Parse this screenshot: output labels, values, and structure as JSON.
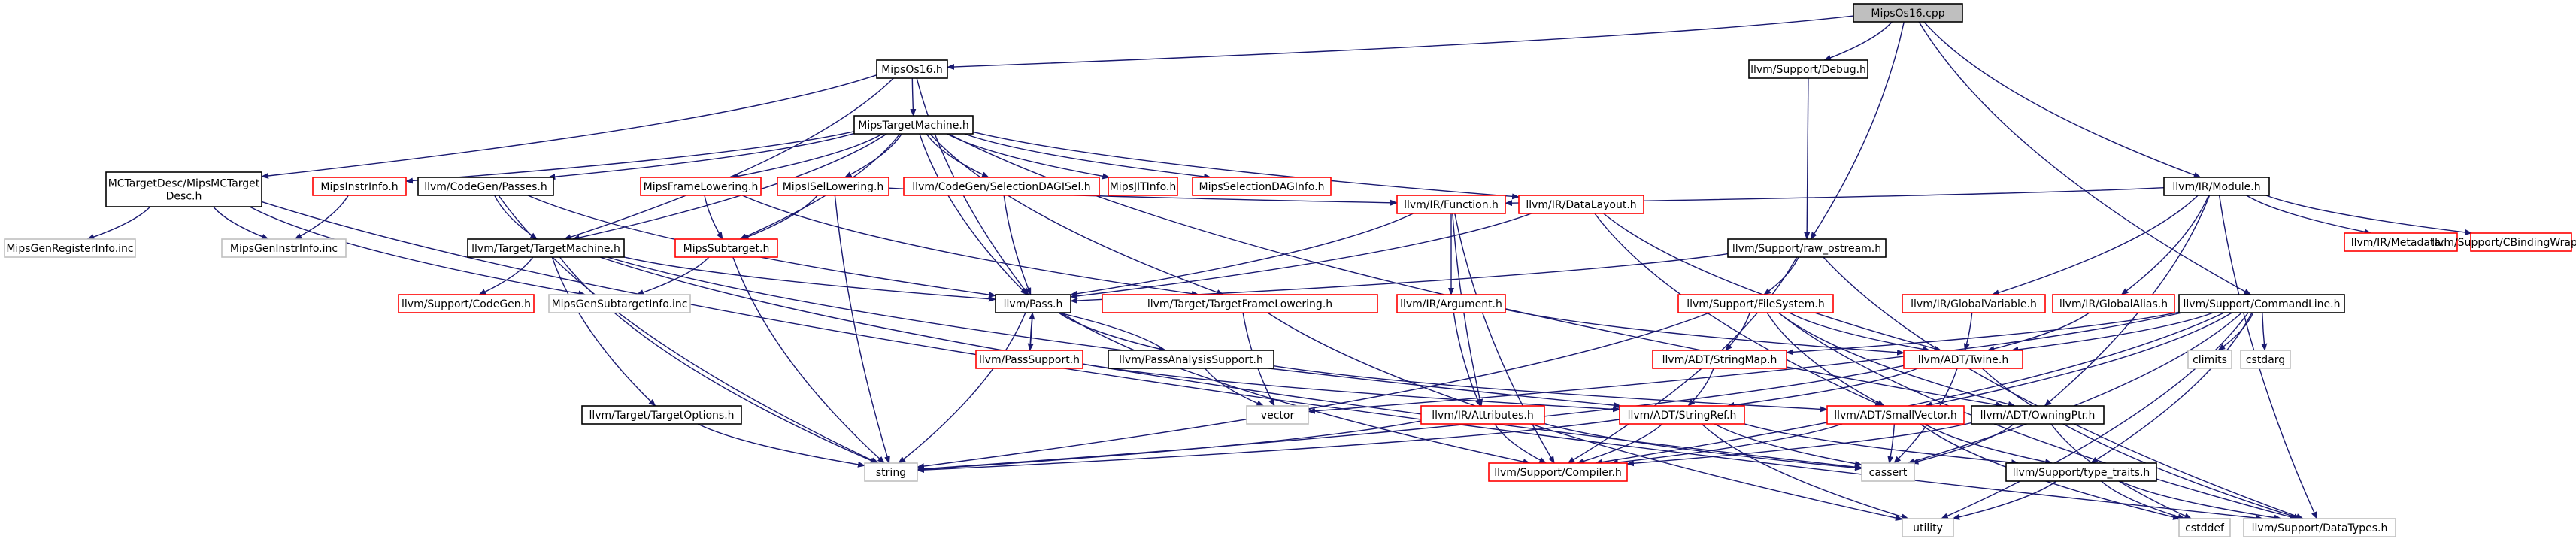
{
  "title": "MipsOs16.cpp",
  "colors": {
    "edge": "#191970",
    "root_fill": "#bfbfbf",
    "documented": "#000000",
    "undocumented": "#ff0000",
    "external": "#bfbfbf",
    "text": "#000000"
  },
  "nodes": [
    {
      "id": "root",
      "label": "MipsOs16.cpp",
      "kind": "root"
    },
    {
      "id": "mipsos16h",
      "label": "MipsOs16.h",
      "kind": "doc"
    },
    {
      "id": "debug",
      "label": "llvm/Support/Debug.h",
      "kind": "doc"
    },
    {
      "id": "mcdesc",
      "label": [
        "MCTargetDesc/MipsMCTarget",
        "Desc.h"
      ],
      "kind": "doc"
    },
    {
      "id": "mtm",
      "label": "MipsTargetMachine.h",
      "kind": "doc"
    },
    {
      "id": "regInfo",
      "label": "MipsGenRegisterInfo.inc",
      "kind": "ext"
    },
    {
      "id": "instrInfoInc",
      "label": "MipsGenInstrInfo.inc",
      "kind": "ext"
    },
    {
      "id": "mipsInstrInfo",
      "label": "MipsInstrInfo.h",
      "kind": "undoc"
    },
    {
      "id": "cgPasses",
      "label": "llvm/CodeGen/Passes.h",
      "kind": "doc"
    },
    {
      "id": "frameLow",
      "label": "MipsFrameLowering.h",
      "kind": "undoc"
    },
    {
      "id": "iselLow",
      "label": "MipsISelLowering.h",
      "kind": "undoc"
    },
    {
      "id": "selDag",
      "label": "llvm/CodeGen/SelectionDAGISel.h",
      "kind": "undoc"
    },
    {
      "id": "jit",
      "label": "MipsJITInfo.h",
      "kind": "undoc"
    },
    {
      "id": "selDagInfo",
      "label": "MipsSelectionDAGInfo.h",
      "kind": "undoc"
    },
    {
      "id": "module",
      "label": "llvm/IR/Module.h",
      "kind": "doc"
    },
    {
      "id": "irFunction",
      "label": "llvm/IR/Function.h",
      "kind": "undoc"
    },
    {
      "id": "dataLayout",
      "label": "llvm/IR/DataLayout.h",
      "kind": "undoc"
    },
    {
      "id": "metadata",
      "label": "llvm/IR/Metadata.h",
      "kind": "undoc"
    },
    {
      "id": "cbinding",
      "label": "llvm/Support/CBindingWrapping.h",
      "kind": "undoc"
    },
    {
      "id": "rawOstream",
      "label": "llvm/Support/raw_ostream.h",
      "kind": "doc"
    },
    {
      "id": "targetMachine",
      "label": "llvm/Target/TargetMachine.h",
      "kind": "doc"
    },
    {
      "id": "subtarget",
      "label": "MipsSubtarget.h",
      "kind": "undoc"
    },
    {
      "id": "codegenH",
      "label": "llvm/Support/CodeGen.h",
      "kind": "undoc"
    },
    {
      "id": "subtargetInc",
      "label": "MipsGenSubtargetInfo.inc",
      "kind": "ext"
    },
    {
      "id": "pass",
      "label": "llvm/Pass.h",
      "kind": "doc"
    },
    {
      "id": "passSupport",
      "label": "llvm/PassSupport.h",
      "kind": "undoc"
    },
    {
      "id": "passAnalysis",
      "label": "llvm/PassAnalysisSupport.h",
      "kind": "doc"
    },
    {
      "id": "tfl",
      "label": "llvm/Target/TargetFrameLowering.h",
      "kind": "undoc"
    },
    {
      "id": "argument",
      "label": "llvm/IR/Argument.h",
      "kind": "undoc"
    },
    {
      "id": "fileSystem",
      "label": "llvm/Support/FileSystem.h",
      "kind": "undoc"
    },
    {
      "id": "globalVar",
      "label": "llvm/IR/GlobalVariable.h",
      "kind": "undoc"
    },
    {
      "id": "globalAlias",
      "label": "llvm/IR/GlobalAlias.h",
      "kind": "undoc"
    },
    {
      "id": "commandLine",
      "label": "llvm/Support/CommandLine.h",
      "kind": "doc"
    },
    {
      "id": "climits",
      "label": "climits",
      "kind": "ext"
    },
    {
      "id": "cstdarg",
      "label": "cstdarg",
      "kind": "ext"
    },
    {
      "id": "stringMap",
      "label": "llvm/ADT/StringMap.h",
      "kind": "undoc"
    },
    {
      "id": "twine",
      "label": "llvm/ADT/Twine.h",
      "kind": "undoc"
    },
    {
      "id": "targetOptions",
      "label": "llvm/Target/TargetOptions.h",
      "kind": "doc"
    },
    {
      "id": "vector",
      "label": "vector",
      "kind": "ext"
    },
    {
      "id": "attributes",
      "label": "llvm/IR/Attributes.h",
      "kind": "undoc"
    },
    {
      "id": "stringRef",
      "label": "llvm/ADT/StringRef.h",
      "kind": "undoc"
    },
    {
      "id": "smallVector",
      "label": "llvm/ADT/SmallVector.h",
      "kind": "undoc"
    },
    {
      "id": "owningPtr",
      "label": "llvm/ADT/OwningPtr.h",
      "kind": "doc"
    },
    {
      "id": "string",
      "label": "string",
      "kind": "ext"
    },
    {
      "id": "compiler",
      "label": "llvm/Support/Compiler.h",
      "kind": "undoc"
    },
    {
      "id": "cassert",
      "label": "cassert",
      "kind": "ext"
    },
    {
      "id": "typeTraits",
      "label": "llvm/Support/type_traits.h",
      "kind": "doc"
    },
    {
      "id": "utility",
      "label": "utility",
      "kind": "ext"
    },
    {
      "id": "cstddef",
      "label": "cstddef",
      "kind": "ext"
    },
    {
      "id": "dataTypes",
      "label": "llvm/Support/DataTypes.h",
      "kind": "ext"
    }
  ],
  "edges": [
    [
      "root",
      "mipsos16h"
    ],
    [
      "root",
      "debug"
    ],
    [
      "root",
      "rawOstream"
    ],
    [
      "root",
      "module"
    ],
    [
      "root",
      "commandLine"
    ],
    [
      "mipsos16h",
      "mcdesc"
    ],
    [
      "mipsos16h",
      "mtm"
    ],
    [
      "mipsos16h",
      "targetMachine"
    ],
    [
      "mipsos16h",
      "pass"
    ],
    [
      "debug",
      "rawOstream"
    ],
    [
      "mcdesc",
      "regInfo"
    ],
    [
      "mcdesc",
      "instrInfoInc"
    ],
    [
      "mcdesc",
      "subtargetInc"
    ],
    [
      "mcdesc",
      "dataTypes"
    ],
    [
      "mtm",
      "mipsInstrInfo"
    ],
    [
      "mtm",
      "cgPasses"
    ],
    [
      "mtm",
      "frameLow"
    ],
    [
      "mtm",
      "iselLow"
    ],
    [
      "mtm",
      "selDag"
    ],
    [
      "mtm",
      "jit"
    ],
    [
      "mtm",
      "selDagInfo"
    ],
    [
      "mtm",
      "subtarget"
    ],
    [
      "mtm",
      "targetMachine"
    ],
    [
      "mtm",
      "dataLayout"
    ],
    [
      "mtm",
      "tfl"
    ],
    [
      "mtm",
      "owningPtr"
    ],
    [
      "mtm",
      "pass"
    ],
    [
      "mipsInstrInfo",
      "instrInfoInc"
    ],
    [
      "cgPasses",
      "targetMachine"
    ],
    [
      "cgPasses",
      "pass"
    ],
    [
      "cgPasses",
      "string"
    ],
    [
      "frameLow",
      "subtarget"
    ],
    [
      "frameLow",
      "tfl"
    ],
    [
      "iselLow",
      "subtarget"
    ],
    [
      "iselLow",
      "irFunction"
    ],
    [
      "iselLow",
      "string"
    ],
    [
      "selDag",
      "pass"
    ],
    [
      "module",
      "irFunction"
    ],
    [
      "module",
      "metadata"
    ],
    [
      "module",
      "cbinding"
    ],
    [
      "module",
      "globalVar"
    ],
    [
      "module",
      "globalAlias"
    ],
    [
      "module",
      "owningPtr"
    ],
    [
      "module",
      "dataTypes"
    ],
    [
      "irFunction",
      "pass"
    ],
    [
      "irFunction",
      "argument"
    ],
    [
      "irFunction",
      "attributes"
    ],
    [
      "irFunction",
      "compiler"
    ],
    [
      "dataLayout",
      "pass"
    ],
    [
      "dataLayout",
      "smallVector"
    ],
    [
      "dataLayout",
      "twine"
    ],
    [
      "rawOstream",
      "pass"
    ],
    [
      "rawOstream",
      "fileSystem"
    ],
    [
      "rawOstream",
      "compiler"
    ],
    [
      "rawOstream",
      "dataTypes"
    ],
    [
      "targetMachine",
      "codegenH"
    ],
    [
      "targetMachine",
      "pass"
    ],
    [
      "targetMachine",
      "targetOptions"
    ],
    [
      "targetMachine",
      "stringRef"
    ],
    [
      "targetMachine",
      "string"
    ],
    [
      "targetMachine",
      "cassert"
    ],
    [
      "subtarget",
      "subtargetInc"
    ],
    [
      "subtarget",
      "string"
    ],
    [
      "pass",
      "passSupport"
    ],
    [
      "pass",
      "passAnalysis"
    ],
    [
      "pass",
      "string"
    ],
    [
      "pass",
      "compiler"
    ],
    [
      "passSupport",
      "pass"
    ],
    [
      "passSupport",
      "stringRef"
    ],
    [
      "passAnalysis",
      "pass"
    ],
    [
      "passAnalysis",
      "vector"
    ],
    [
      "passAnalysis",
      "smallVector"
    ],
    [
      "tfl",
      "vector"
    ],
    [
      "tfl",
      "utility"
    ],
    [
      "argument",
      "attributes"
    ],
    [
      "argument",
      "twine"
    ],
    [
      "fileSystem",
      "stringMap"
    ],
    [
      "fileSystem",
      "twine"
    ],
    [
      "fileSystem",
      "owningPtr"
    ],
    [
      "fileSystem",
      "smallVector"
    ],
    [
      "fileSystem",
      "string"
    ],
    [
      "fileSystem",
      "dataTypes"
    ],
    [
      "globalVar",
      "twine"
    ],
    [
      "globalAlias",
      "twine"
    ],
    [
      "commandLine",
      "climits"
    ],
    [
      "commandLine",
      "cstdarg"
    ],
    [
      "commandLine",
      "twine"
    ],
    [
      "commandLine",
      "stringMap"
    ],
    [
      "commandLine",
      "smallVector"
    ],
    [
      "commandLine",
      "vector"
    ],
    [
      "commandLine",
      "utility"
    ],
    [
      "commandLine",
      "cassert"
    ],
    [
      "commandLine",
      "typeTraits"
    ],
    [
      "commandLine",
      "compiler"
    ],
    [
      "stringMap",
      "stringRef"
    ],
    [
      "twine",
      "stringRef"
    ],
    [
      "twine",
      "dataTypes"
    ],
    [
      "twine",
      "cassert"
    ],
    [
      "twine",
      "string"
    ],
    [
      "targetOptions",
      "string"
    ],
    [
      "attributes",
      "string"
    ],
    [
      "attributes",
      "compiler"
    ],
    [
      "attributes",
      "cassert"
    ],
    [
      "stringRef",
      "string"
    ],
    [
      "stringRef",
      "compiler"
    ],
    [
      "stringRef",
      "cassert"
    ],
    [
      "stringRef",
      "utility"
    ],
    [
      "stringRef",
      "typeTraits"
    ],
    [
      "smallVector",
      "compiler"
    ],
    [
      "smallVector",
      "cassert"
    ],
    [
      "smallVector",
      "typeTraits"
    ],
    [
      "smallVector",
      "cstddef"
    ],
    [
      "owningPtr",
      "compiler"
    ],
    [
      "owningPtr",
      "cassert"
    ],
    [
      "owningPtr",
      "cstddef"
    ],
    [
      "typeTraits",
      "cstddef"
    ],
    [
      "typeTraits",
      "dataTypes"
    ],
    [
      "typeTraits",
      "utility"
    ]
  ]
}
